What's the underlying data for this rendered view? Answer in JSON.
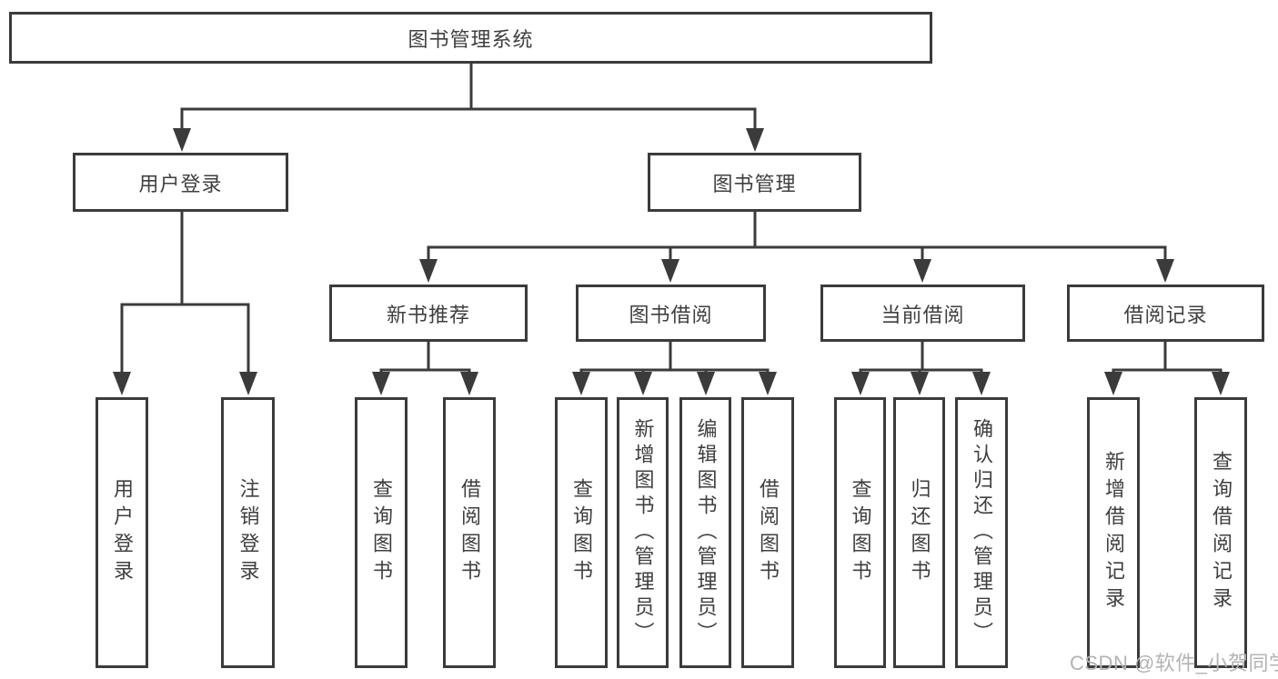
{
  "diagram": {
    "root": {
      "label": "图书管理系统"
    },
    "level2": [
      {
        "label": "用户登录"
      },
      {
        "label": "图书管理"
      }
    ],
    "level3": [
      {
        "label": "新书推荐"
      },
      {
        "label": "图书借阅"
      },
      {
        "label": "当前借阅"
      },
      {
        "label": "借阅记录"
      }
    ],
    "leaves": [
      {
        "label": "用户登录"
      },
      {
        "label": "注销登录"
      },
      {
        "label": "查询图书"
      },
      {
        "label": "借阅图书"
      },
      {
        "label": "查询图书"
      },
      {
        "label": "新增图书（管理员）"
      },
      {
        "label": "编辑图书（管理员）"
      },
      {
        "label": "借阅图书"
      },
      {
        "label": "查询图书"
      },
      {
        "label": "归还图书"
      },
      {
        "label": "确认归还（管理员）"
      },
      {
        "label": "新增借阅记录"
      },
      {
        "label": "查询借阅记录"
      }
    ],
    "watermark": "CSDN @软件_小贺同学",
    "colors": {
      "line": "#3b3b3b",
      "text": "#3f3f3f",
      "watermark": "#b3b3b3",
      "background": "#ffffff"
    }
  }
}
